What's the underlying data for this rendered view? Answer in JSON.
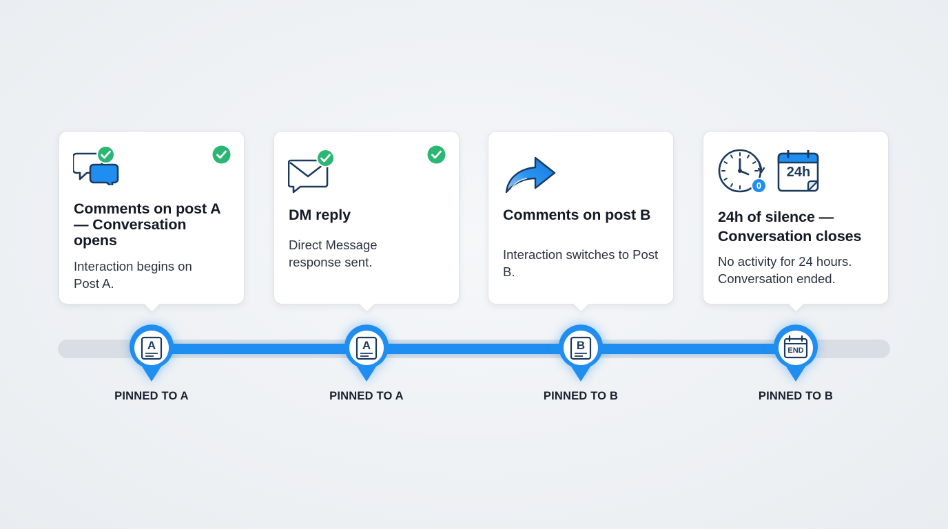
{
  "colors": {
    "accent": "#1f8ef0",
    "track": "#d9dee4",
    "check_green": "#2bb673",
    "icon_navy": "#1b3a5c"
  },
  "steps": [
    {
      "icon": "chat-bubbles-icon",
      "title": "Comments on post A — Conversation opens",
      "description": "Interaction begins on Post A.",
      "pin_letter": "A",
      "pin_label": "PINNED TO A"
    },
    {
      "icon": "envelope-icon",
      "title": "DM reply",
      "description": "Direct Message response sent.",
      "pin_letter": "A",
      "pin_label": "PINNED TO A"
    },
    {
      "icon": "forward-arrow-icon",
      "title": "Comments on post B",
      "description": "Interaction switches to Post B.",
      "pin_letter": "B",
      "pin_label": "PINNED TO B"
    },
    {
      "icon": "clock-calendar-icon",
      "title": "24h of silence — Conversation closes",
      "description": "No activity for 24 hours. Conversation ended.",
      "clock_badge": "0",
      "calendar_text": "24h",
      "pin_letter": "END",
      "pin_label": "PINNED TO B"
    }
  ]
}
